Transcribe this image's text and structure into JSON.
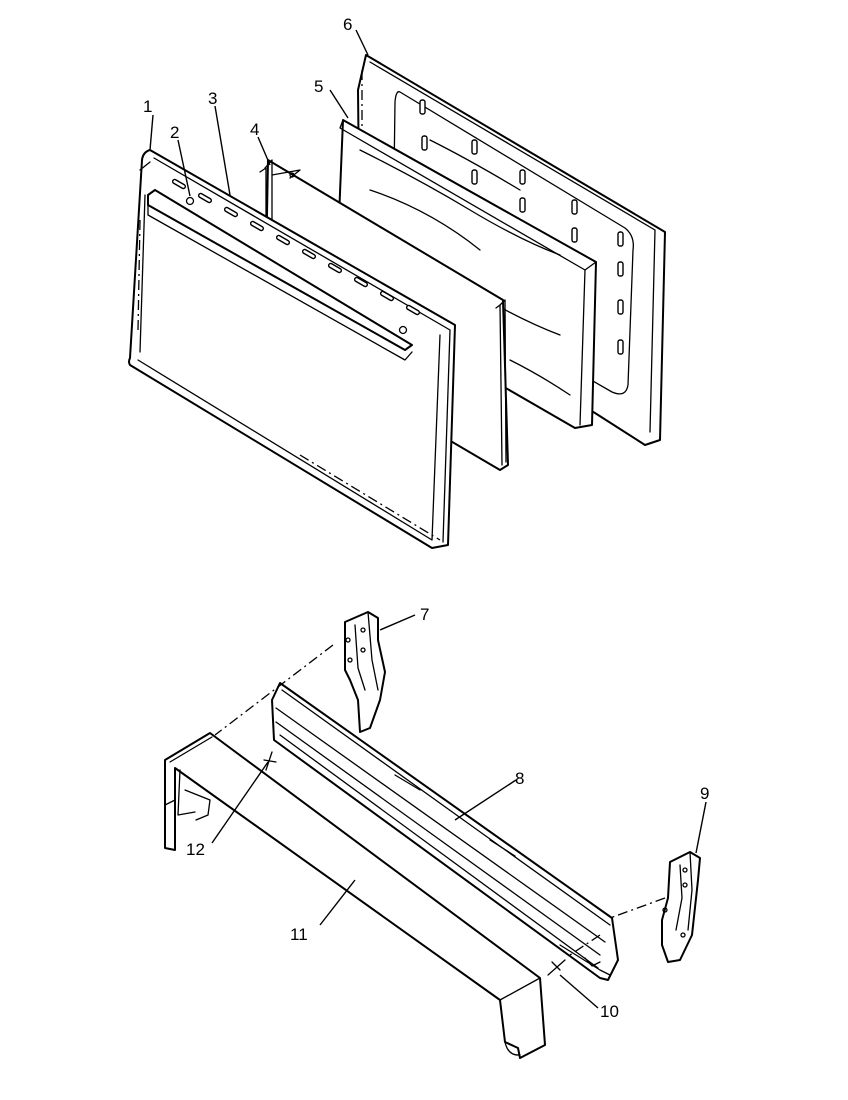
{
  "diagram": {
    "callouts": [
      {
        "id": "1",
        "text": "1"
      },
      {
        "id": "2",
        "text": "2"
      },
      {
        "id": "3",
        "text": "3"
      },
      {
        "id": "4",
        "text": "4"
      },
      {
        "id": "5",
        "text": "5"
      },
      {
        "id": "6",
        "text": "6"
      },
      {
        "id": "7",
        "text": "7"
      },
      {
        "id": "8",
        "text": "8"
      },
      {
        "id": "9",
        "text": "9"
      },
      {
        "id": "10",
        "text": "10"
      },
      {
        "id": "11",
        "text": "11"
      },
      {
        "id": "12",
        "text": "12"
      }
    ]
  },
  "colors": {
    "line": "#000000",
    "background": "#ffffff"
  }
}
